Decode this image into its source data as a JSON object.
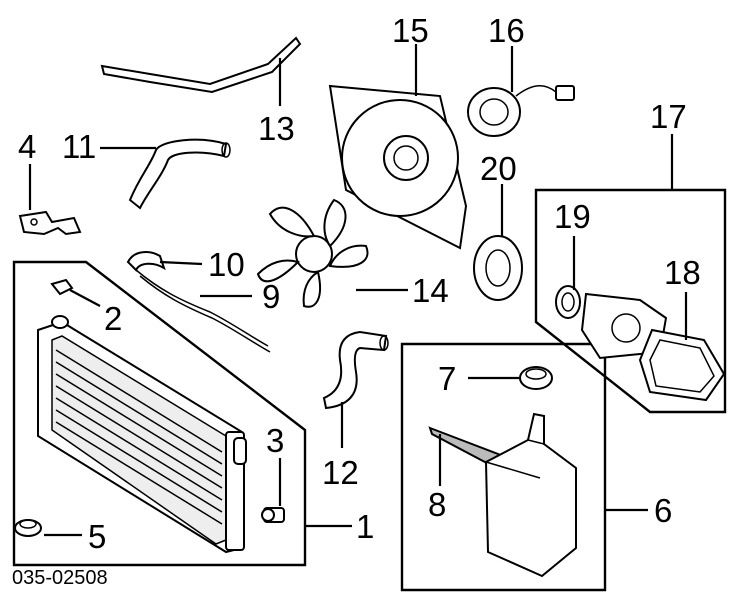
{
  "diagram_code": "035-02508",
  "callouts": {
    "c1": "1",
    "c2": "2",
    "c3": "3",
    "c4": "4",
    "c5": "5",
    "c6": "6",
    "c7": "7",
    "c8": "8",
    "c9": "9",
    "c10": "10",
    "c11": "11",
    "c12": "12",
    "c13": "13",
    "c14": "14",
    "c15": "15",
    "c16": "16",
    "c17": "17",
    "c18": "18",
    "c19": "19",
    "c20": "20"
  },
  "colors": {
    "line": "#000000",
    "background": "#ffffff",
    "shade": "#d9d9d9"
  }
}
